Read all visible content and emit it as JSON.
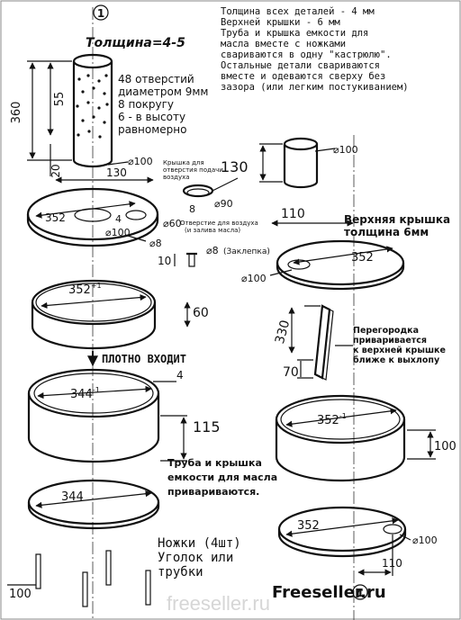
{
  "header": {
    "page_number": "1",
    "notes": [
      "Толщина всех деталей - 4 мм",
      "Верхней крышки - 6 мм",
      "Труба и крышка емкости для",
      "масла вместе с ножками",
      "свариваются в одну \"кастрюлю\".",
      "Остальные детали свариваются",
      "вместе и одеваются сверху без",
      "зазора (или легким постукиванием)"
    ]
  },
  "tube": {
    "thickness_label": "Толщина=4-5",
    "height_total": "360",
    "hole_zone_height": "55",
    "bottom_offset": "20",
    "diameter": "100",
    "holes_note": [
      "48 отверстий",
      "диаметром 9мм",
      "8 покругу",
      "6 - в высоту",
      "равномерно"
    ]
  },
  "top_plate": {
    "diameter": "352",
    "offset_130": "130",
    "center_hole": "100",
    "air_hole_dim": "4",
    "air_hole": "60",
    "air_hole_note": [
      "Отверстие для воздуха",
      "(и залива масла)"
    ],
    "small_hole": "8"
  },
  "air_cap": {
    "note": [
      "Крышка для",
      "отверстия подачи",
      "воздуха"
    ],
    "height": "8",
    "diameter": "90",
    "offset": "130"
  },
  "rivet": {
    "length": "10",
    "diameter": "8",
    "label": "(Заклепка)"
  },
  "ring_upper": {
    "diameter": "352",
    "tolerance": "+1",
    "height": "60"
  },
  "fit_label": "ПЛОТНО ВХОДИТ",
  "oil_tank": {
    "diameter": "344",
    "tolerance": "-1",
    "wall": "4",
    "height": "115"
  },
  "weld_note": [
    "Труба и крышка",
    "емкости для масла",
    "привариваются."
  ],
  "oil_bottom": {
    "diameter": "344"
  },
  "legs": {
    "label_lines": [
      "Ножки (4шт)",
      "Уголок или",
      "трубки"
    ],
    "height": "100"
  },
  "chimney": {
    "diameter": "100"
  },
  "top_cover": {
    "offset": "110",
    "title_lines": [
      "Верхняя крышка",
      "толщина 6мм"
    ],
    "diameter": "352",
    "hole": "100"
  },
  "partition": {
    "length": "330",
    "height": "70",
    "note": [
      "Перегородка",
      "приваривается",
      "к верхней крышке",
      "ближе к выхлопу"
    ]
  },
  "lower_ring_right": {
    "diameter": "352",
    "tolerance": "-1",
    "height": "100"
  },
  "lower_plate_right": {
    "diameter": "352",
    "hole": "100",
    "offset": "110"
  },
  "footer": {
    "page_number": "1",
    "watermark": "freeseller.ru",
    "brand": "Freeseller.ru"
  }
}
